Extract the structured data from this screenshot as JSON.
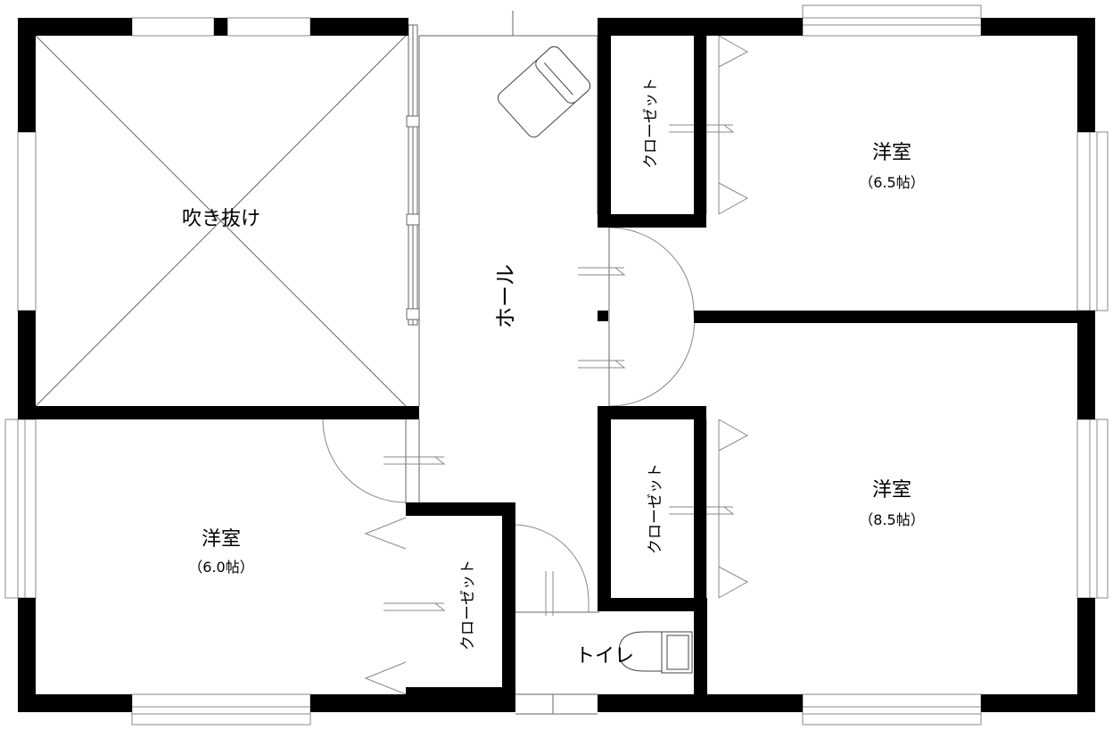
{
  "rooms": {
    "void": {
      "label": "吹き抜け"
    },
    "hall": {
      "label": "ホール"
    },
    "bedroom_ne": {
      "label": "洋室",
      "size": "（6.5帖）"
    },
    "bedroom_se": {
      "label": "洋室",
      "size": "（8.5帖）"
    },
    "bedroom_sw": {
      "label": "洋室",
      "size": "（6.0帖）"
    },
    "toilet": {
      "label": "トイレ"
    }
  },
  "closets": {
    "ne": {
      "label": "クローゼット"
    },
    "se": {
      "label": "クローゼット"
    },
    "sw": {
      "label": "クローゼット"
    }
  },
  "colors": {
    "wall": "#000000",
    "line": "#555555",
    "background": "#ffffff"
  }
}
